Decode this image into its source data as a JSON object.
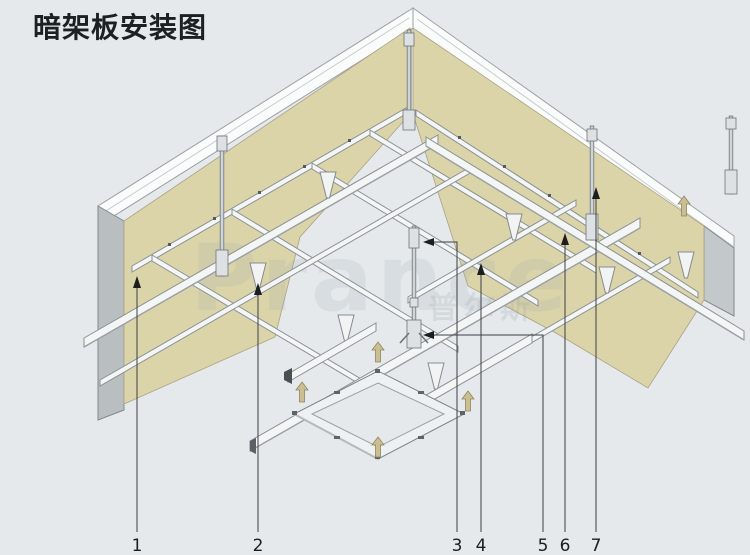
{
  "title": "暗架板安装图",
  "watermark": {
    "latin": "Prance",
    "cjk": "普尔斯"
  },
  "callouts": [
    {
      "number": "1"
    },
    {
      "number": "2"
    },
    {
      "number": "3"
    },
    {
      "number": "4"
    },
    {
      "number": "5"
    },
    {
      "number": "6"
    },
    {
      "number": "7"
    }
  ],
  "colors": {
    "background": "#e5e9ec",
    "wall": "#dbd4a9",
    "wall_cap": "#fafbfb",
    "wall_end": "#b9bec1",
    "runner_fill": "#f4f6f6",
    "runner_stroke": "#8a9094",
    "install_arrow": "#cbbf92",
    "callout_line": "#3c4043"
  }
}
